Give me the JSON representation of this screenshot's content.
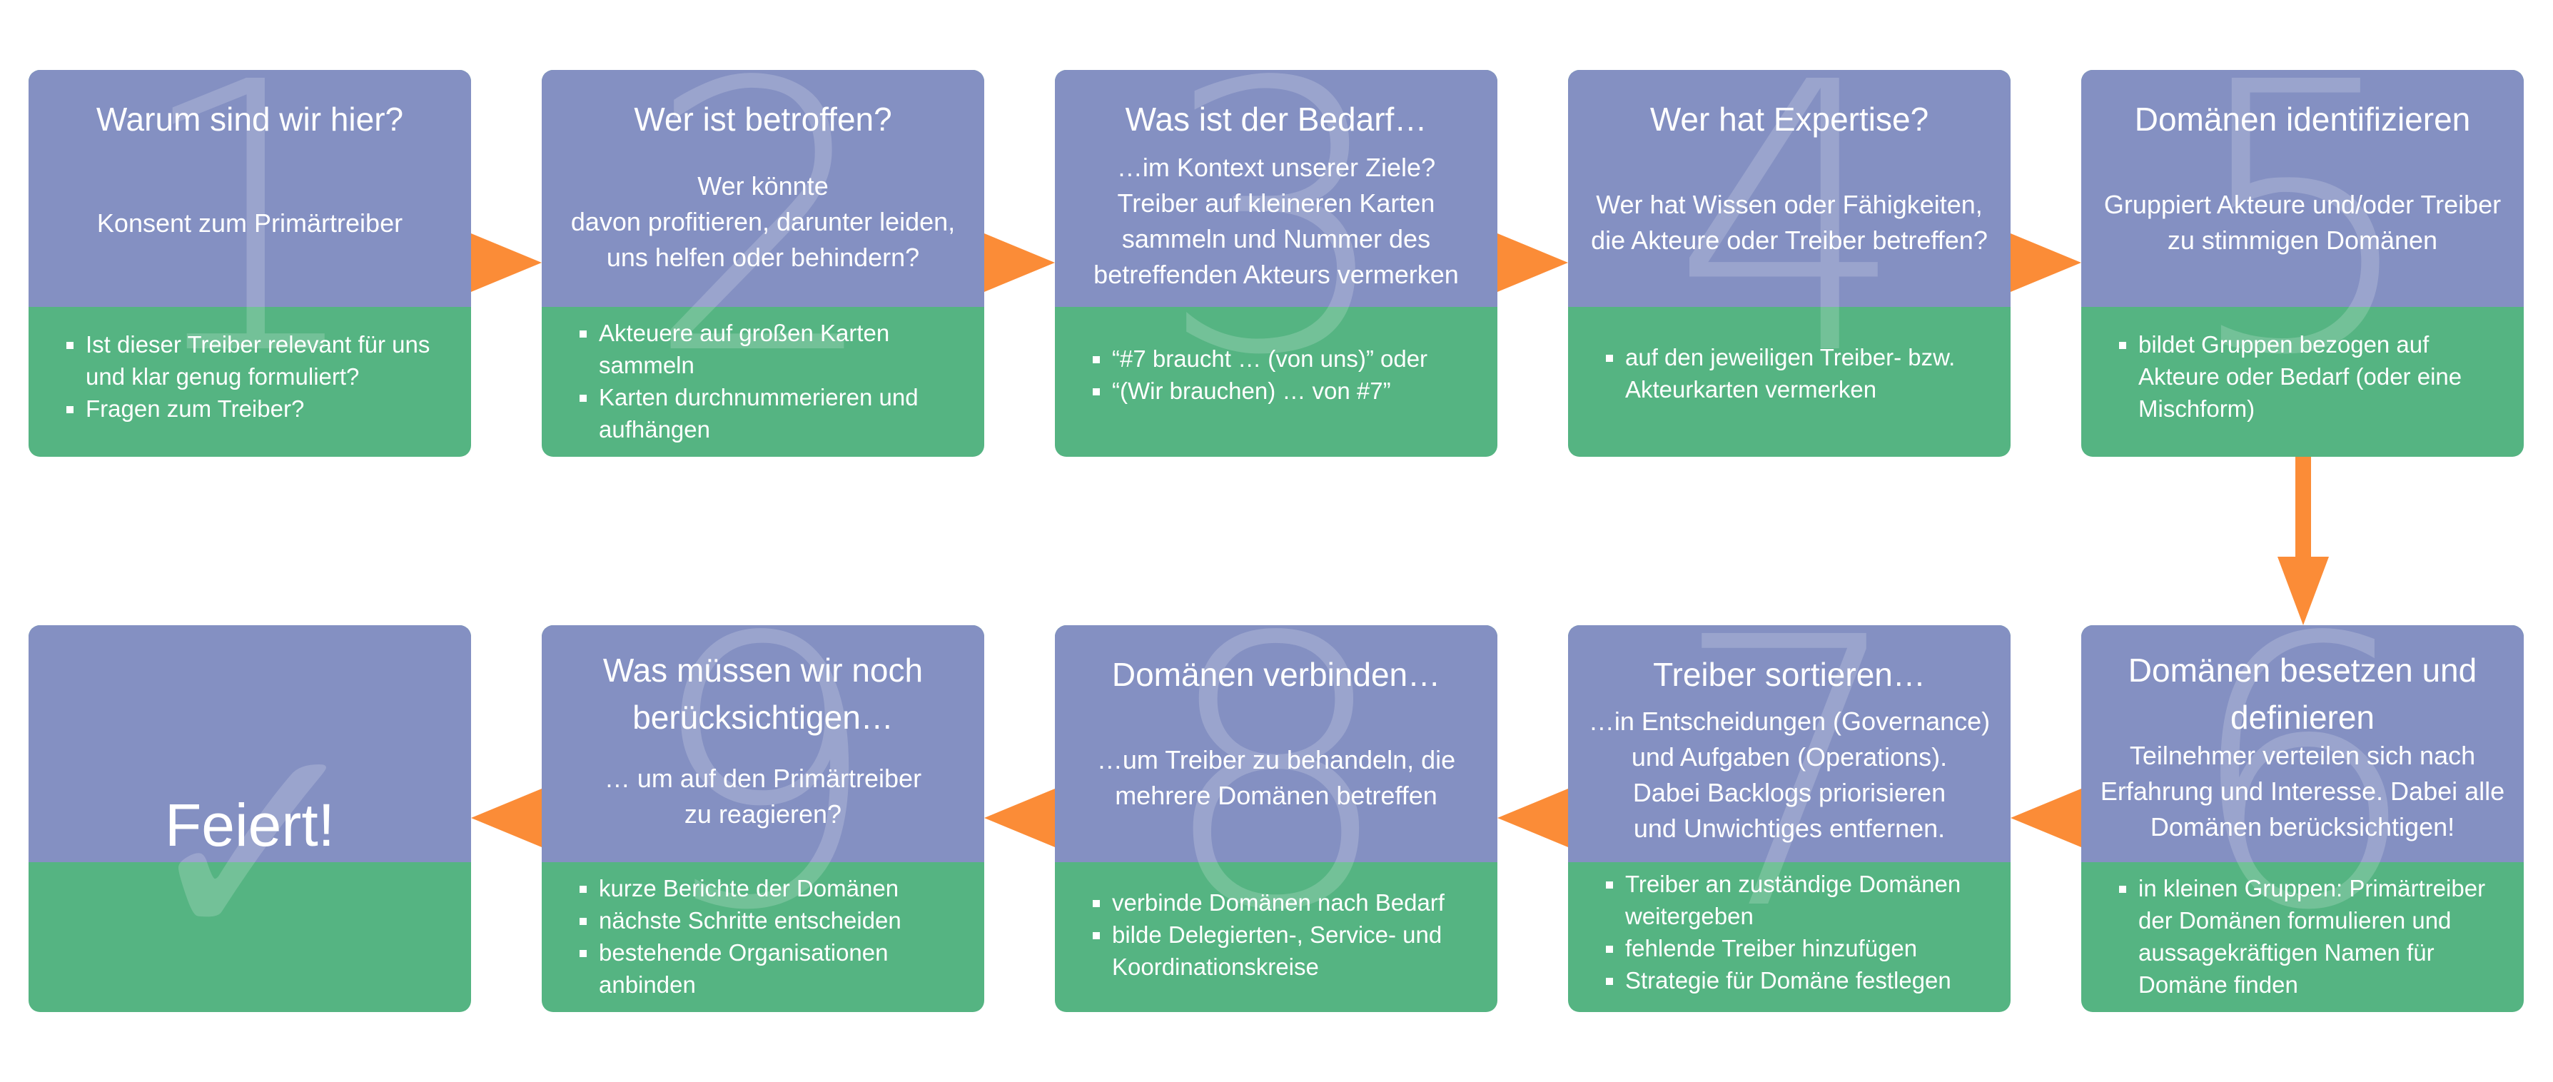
{
  "steps": [
    {
      "num": "1",
      "title": "Warum sind wir hier?",
      "desc": "Konsent zum Primärtreiber",
      "bullets": [
        "Ist dieser Treiber relevant für uns und klar genug formuliert?",
        "Fragen zum Treiber?"
      ]
    },
    {
      "num": "2",
      "title": "Wer ist betroffen?",
      "desc": "Wer könnte\ndavon profitieren, darunter leiden,\nuns helfen oder behindern?",
      "bullets": [
        "Akteuere auf großen Karten sammeln",
        "Karten durchnummerieren und aufhängen"
      ]
    },
    {
      "num": "3",
      "title": "Was ist der Bedarf…",
      "desc": "…im Kontext unserer Ziele?\nTreiber auf kleineren Karten\nsammeln und Nummer des\nbetreffenden Akteurs vermerken",
      "bullets": [
        "“#7 braucht … (von uns)” oder",
        "“(Wir brauchen) … von #7”"
      ]
    },
    {
      "num": "4",
      "title": "Wer hat Expertise?",
      "desc": "Wer hat Wissen oder Fähigkeiten,\ndie Akteure oder Treiber betreffen?",
      "bullets": [
        "auf den jeweiligen Treiber- bzw. Akteurkarten vermerken"
      ]
    },
    {
      "num": "5",
      "title": "Domänen identifizieren",
      "desc": "Gruppiert Akteure und/oder Treiber\nzu stimmigen Domänen",
      "bullets": [
        "bildet Gruppen bezogen auf Akteure oder Bedarf (oder eine Mischform)"
      ]
    },
    {
      "num": "6",
      "title": "Domänen besetzen und definieren",
      "desc": "Teilnehmer verteilen sich nach\nErfahrung und Interesse. Dabei alle\nDomänen berücksichtigen!",
      "bullets": [
        "in kleinen Gruppen: Primärtreiber der Domänen formulieren und aussagekräftigen Namen für Domäne finden"
      ]
    },
    {
      "num": "7",
      "title": "Treiber sortieren…",
      "desc": "…in Entscheidungen (Governance)\nund Aufgaben (Operations).\nDabei Backlogs priorisieren\nund Unwichtiges entfernen.",
      "bullets": [
        "Treiber an zuständige Domänen weitergeben",
        "fehlende Treiber hinzufügen",
        "Strategie für Domäne festlegen"
      ]
    },
    {
      "num": "8",
      "title": "Domänen verbinden…",
      "desc": "…um Treiber zu behandeln, die\nmehrere Domänen betreffen",
      "bullets": [
        "verbinde Domänen nach Bedarf",
        "bilde Delegierten-, Service- und Koordinationskreise"
      ]
    },
    {
      "num": "9",
      "title": "Was müssen wir noch berücksichtigen…",
      "desc": "… um auf den Primärtreiber\nzu reagieren?",
      "bullets": [
        "kurze Berichte der Domänen",
        "nächste Schritte entscheiden",
        "bestehende Organisationen anbinden"
      ]
    }
  ],
  "final": {
    "text": "Feiert!",
    "icon": "check-mark-icon"
  },
  "colors": {
    "top": "#8490c2",
    "bottom": "#55b482",
    "arrow": "#fb8c37"
  }
}
